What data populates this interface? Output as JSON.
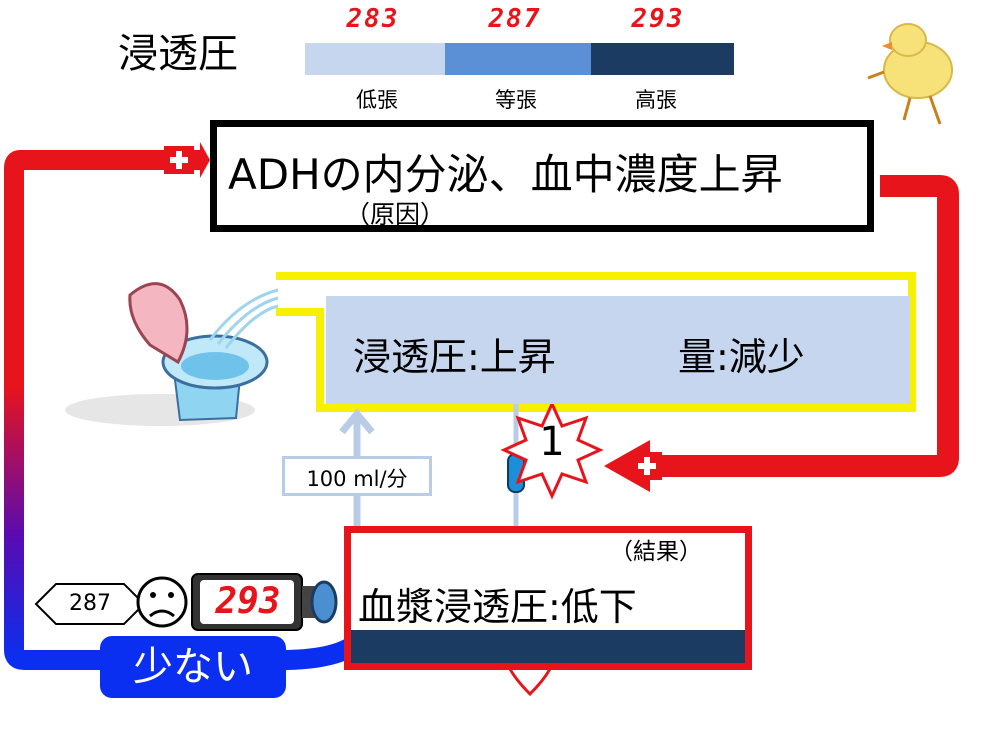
{
  "title": "浸透圧",
  "osmotic_scale": {
    "segments": [
      {
        "value": "283",
        "label": "低張",
        "color": "#c6d6ee"
      },
      {
        "value": "287",
        "label": "等張",
        "color": "#5b8fd6"
      },
      {
        "value": "293",
        "label": "高張",
        "color": "#1c3b63"
      }
    ]
  },
  "cause_box": {
    "text": "ADHの内分泌、血中濃度上昇",
    "sub": "（原因）"
  },
  "urine_box": {
    "osmotic_label": "浸透圧:上昇",
    "volume_label": "量:減少"
  },
  "flow_rate": "100 ml/分",
  "burst_number": "1",
  "result_box": {
    "sub": "（結果）",
    "text": "血漿浸透圧:低下"
  },
  "loop": {
    "badge": "少ない",
    "setpoint": "287",
    "meter_reading": "293"
  },
  "colors": {
    "red": "#e8141c",
    "blue": "#0a2ff0",
    "yellow": "#f7f000",
    "light_blue": "#c6d6ee",
    "navy": "#1c3b63"
  }
}
